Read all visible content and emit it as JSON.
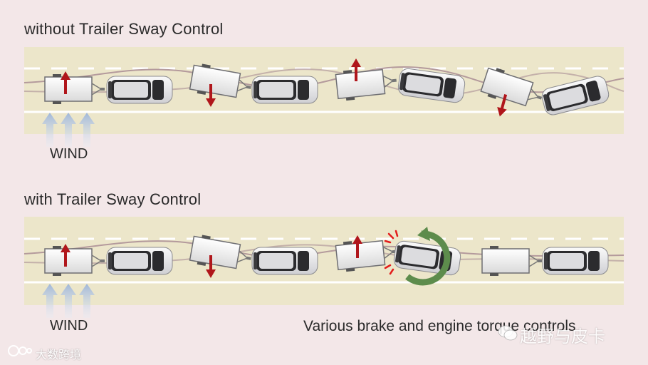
{
  "panels": {
    "top_title": "without Trailer Sway Control",
    "bottom_title": "with Trailer Sway Control",
    "wind_label": "WIND",
    "caption": "Various brake and engine torque controls"
  },
  "watermarks": {
    "wechat_text": "越野与皮卡",
    "source_text": "大数跨境"
  },
  "colors": {
    "road": "#ece6ca",
    "lane_line": "#ffffff",
    "path": "#b49a9c",
    "trailer_body": "#f0f0f0",
    "car_body": "#e8e8ea",
    "car_glass": "#2b2b2e",
    "sway_arrow": "#b0161b",
    "wind_arrow": "#a9bfdc",
    "rotation_arrow": "#5d8c4c",
    "brake_flash": "#e31b1b"
  },
  "icons": [
    "wind-arrows",
    "sway-arrow",
    "rotation-arrow",
    "brake-flash"
  ]
}
